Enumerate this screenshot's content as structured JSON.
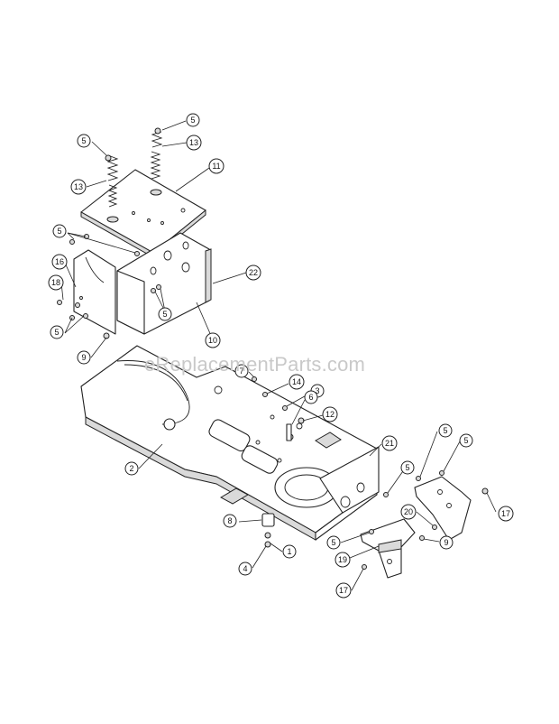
{
  "watermark": "eReplacementParts.com",
  "callouts": [
    {
      "id": "c5a",
      "label": "5"
    },
    {
      "id": "c13a",
      "label": "13"
    },
    {
      "id": "c5b",
      "label": "5"
    },
    {
      "id": "c13b",
      "label": "13"
    },
    {
      "id": "c11",
      "label": "11"
    },
    {
      "id": "c5c",
      "label": "5"
    },
    {
      "id": "c16",
      "label": "16"
    },
    {
      "id": "c18",
      "label": "18"
    },
    {
      "id": "c22",
      "label": "22"
    },
    {
      "id": "c5d",
      "label": "5"
    },
    {
      "id": "c5e",
      "label": "5"
    },
    {
      "id": "c10",
      "label": "10"
    },
    {
      "id": "c9a",
      "label": "9"
    },
    {
      "id": "c7",
      "label": "7"
    },
    {
      "id": "c14",
      "label": "14"
    },
    {
      "id": "c3",
      "label": "3"
    },
    {
      "id": "c6",
      "label": "6"
    },
    {
      "id": "c12",
      "label": "12"
    },
    {
      "id": "c2",
      "label": "2"
    },
    {
      "id": "c21",
      "label": "21"
    },
    {
      "id": "c5f",
      "label": "5"
    },
    {
      "id": "c5g",
      "label": "5"
    },
    {
      "id": "c5h",
      "label": "5"
    },
    {
      "id": "c17a",
      "label": "17"
    },
    {
      "id": "c20",
      "label": "20"
    },
    {
      "id": "c8",
      "label": "8"
    },
    {
      "id": "c1",
      "label": "1"
    },
    {
      "id": "c5i",
      "label": "5"
    },
    {
      "id": "c9b",
      "label": "9"
    },
    {
      "id": "c4",
      "label": "4"
    },
    {
      "id": "c19",
      "label": "19"
    },
    {
      "id": "c17b",
      "label": "17"
    }
  ]
}
